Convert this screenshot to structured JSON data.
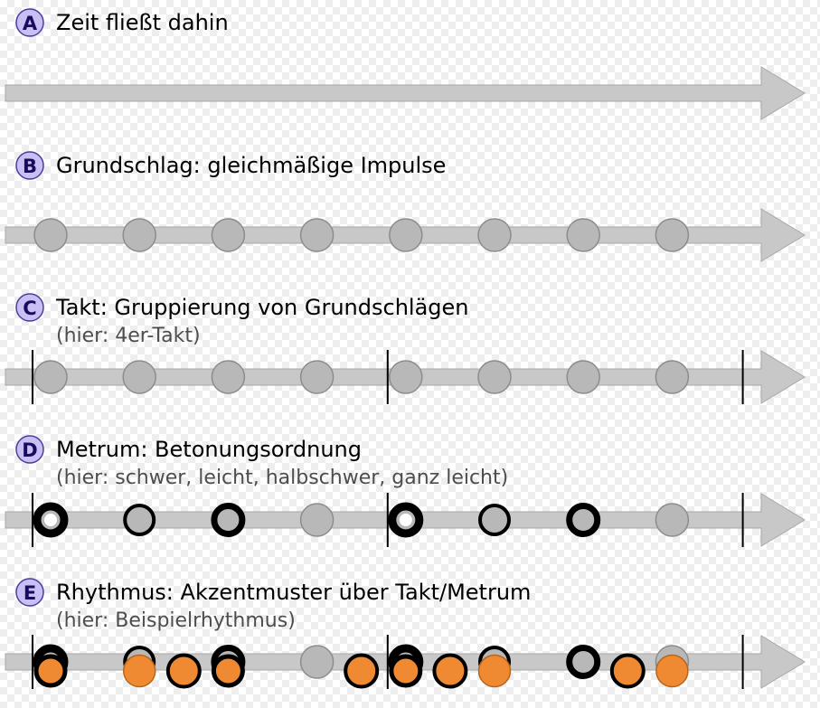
{
  "colors": {
    "arrow": "#c8c8c8",
    "arrow_stroke": "#a8a8a8",
    "beat_fill": "#b8b8b8",
    "beat_stroke": "#8c8c8c",
    "badge_fill": "#c9bff5",
    "badge_stroke": "#4a3e9a",
    "accent": "#ef8a32",
    "strong": "#000000"
  },
  "rows": [
    {
      "letter": "A",
      "title": "Zeit fließt dahin",
      "note": ""
    },
    {
      "letter": "B",
      "title": "Grundschlag: gleichmäßige Impulse",
      "note": ""
    },
    {
      "letter": "C",
      "title": "Takt: Gruppierung von Grundschlägen",
      "note": "(hier: 4er-Takt)"
    },
    {
      "letter": "D",
      "title": "Metrum: Betonungsordnung",
      "note": "(hier: schwer, leicht, halbschwer, ganz leicht)"
    },
    {
      "letter": "E",
      "title": "Rhythmus: Akzentmuster über Takt/Metrum",
      "note": "(hier: Beispielrhythmus)"
    }
  ],
  "beats_per_measure": 4,
  "measures": 2,
  "meter_pattern": [
    "schwer",
    "leicht",
    "halbschwer",
    "ganz leicht"
  ],
  "rhythm_onsets": [
    0,
    1,
    1.5,
    2,
    3.5,
    4,
    4.5,
    5,
    6.5,
    7
  ]
}
